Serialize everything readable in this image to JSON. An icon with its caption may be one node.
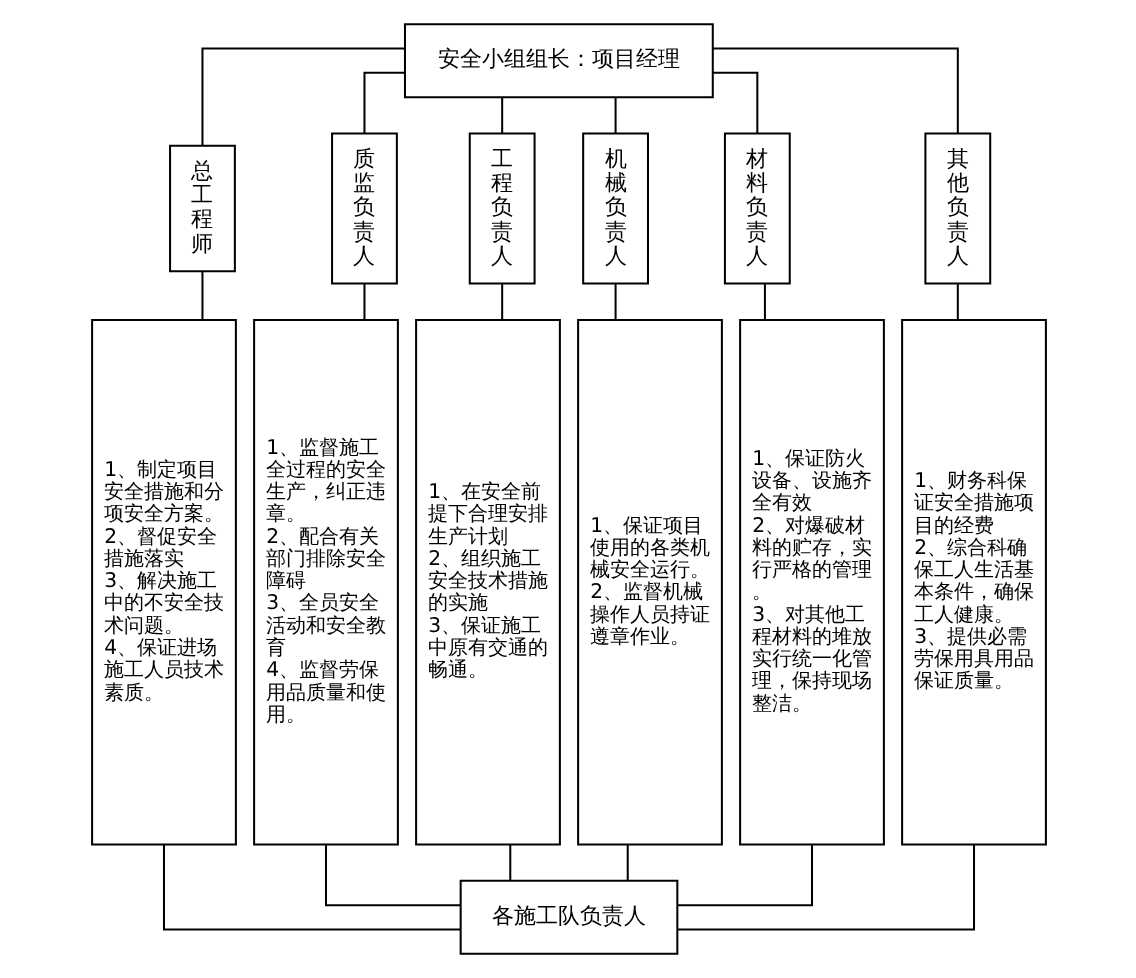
{
  "diagram": {
    "nodes": [
      {
        "text": [
          "安全小组组长：项目经理"
        ]
      },
      {
        "text": [
          "总工程师"
        ]
      },
      {
        "text": [
          "质监负责人"
        ]
      },
      {
        "text": [
          "工程负责人"
        ]
      },
      {
        "text": [
          "机械负责人"
        ]
      },
      {
        "text": [
          "材料负责人"
        ]
      },
      {
        "text": [
          "其他负责人"
        ]
      },
      {
        "text": [
          "1、制定项目安全措施和分项安全方案。",
          "2、督促安全措施落实",
          "3、解决施工中的不安全技术问题。",
          "4、保证进场施工人员技术素质。"
        ]
      },
      {
        "text": [
          "1、监督施工全过程的安全生产，纠正违章。",
          "2、配合有关部门排除安全障碍",
          "3、全员安全活动和安全教育",
          "4、监督劳保用品质量和使用。"
        ]
      },
      {
        "text": [
          "1、在安全前提下合理安排生产计划",
          "2、组织施工安全技术措施的实施",
          "3、保证施工中原有交通的畅通。"
        ]
      },
      {
        "text": [
          "1、保证项目使用的各类机械安全运行。",
          "2、监督机械操作人员持证遵章作业。"
        ]
      },
      {
        "text": [
          "1、保证防火设备、设施齐全有效",
          "2、对爆破材料的贮存，实行严格的管理。",
          "3、对其他工程材料的堆放实行统一化管理，保持现场整洁。"
        ]
      },
      {
        "text": [
          "1、财务科保证安全措施项目的经费",
          "2、综合科确保工人生活基本条件，确保工人健康。",
          "3、提供必需劳保用具用品保证质量。"
        ]
      },
      {
        "text": [
          "各施工队负责人"
        ]
      }
    ],
    "edges": [
      {
        "from": 0,
        "to": 1,
        "arrow": "none"
      },
      {
        "from": 0,
        "to": 2,
        "arrow": "none"
      },
      {
        "from": 0,
        "to": 3,
        "arrow": "none"
      },
      {
        "from": 0,
        "to": 4,
        "arrow": "none"
      },
      {
        "from": 0,
        "to": 5,
        "arrow": "none"
      },
      {
        "from": 0,
        "to": 6,
        "arrow": "none"
      },
      {
        "from": 1,
        "to": 7,
        "arrow": "none"
      },
      {
        "from": 2,
        "to": 8,
        "arrow": "none"
      },
      {
        "from": 3,
        "to": 9,
        "arrow": "none"
      },
      {
        "from": 4,
        "to": 10,
        "arrow": "none"
      },
      {
        "from": 5,
        "to": 11,
        "arrow": "none"
      },
      {
        "from": 6,
        "to": 12,
        "arrow": "none"
      },
      {
        "from": 7,
        "to": 13,
        "arrow": "none"
      },
      {
        "from": 8,
        "to": 13,
        "arrow": "none"
      },
      {
        "from": 9,
        "to": 13,
        "arrow": "none"
      },
      {
        "from": 10,
        "to": 13,
        "arrow": "none"
      },
      {
        "from": 11,
        "to": 13,
        "arrow": "none"
      },
      {
        "from": 12,
        "to": 13,
        "arrow": "none"
      }
    ]
  }
}
